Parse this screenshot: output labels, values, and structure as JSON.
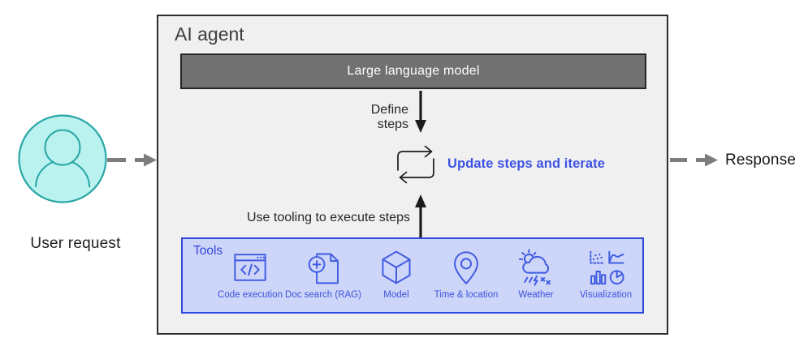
{
  "user": {
    "icon": "user-avatar-icon",
    "label": "User request"
  },
  "flow": {
    "response_label": "Response"
  },
  "agent": {
    "title": "AI agent",
    "llm": {
      "label": "Large language model"
    },
    "define_steps_label": "Define steps",
    "iterate": {
      "icon": "loop-arrows-icon",
      "label": "Update steps and iterate"
    },
    "tooling_label": "Use tooling to execute steps",
    "tools": {
      "title": "Tools",
      "items": [
        {
          "icon": "code-window-icon",
          "label": "Code execution"
        },
        {
          "icon": "doc-search-icon",
          "label": "Doc search (RAG)"
        },
        {
          "icon": "cube-icon",
          "label": "Model"
        },
        {
          "icon": "location-pin-icon",
          "label": "Time & location"
        },
        {
          "icon": "weather-icon",
          "label": "Weather"
        },
        {
          "icon": "charts-icon",
          "label": "Visualization"
        }
      ]
    }
  },
  "colors": {
    "accent_blue": "#3d53e2",
    "tools_fill": "#cdd5f8",
    "tools_border": "#2f48de",
    "user_fill": "#b9f2ee",
    "user_stroke": "#2aa6a6",
    "llm_fill": "#717171",
    "llm_border": "#262626",
    "agent_fill": "#f0f0f1",
    "agent_border": "#2d2d2d",
    "arrow_gray": "#7d7d7d",
    "arrow_black": "#1c1c1c"
  }
}
